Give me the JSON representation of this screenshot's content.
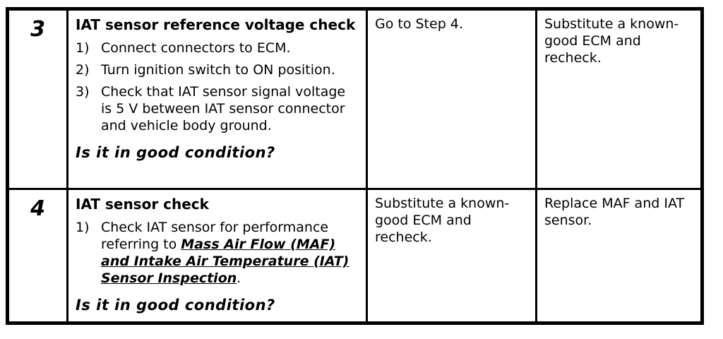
{
  "colors": {
    "border": "#000000",
    "text": "#000000",
    "background": "#ffffff"
  },
  "table": {
    "rows": [
      {
        "step": "3",
        "action": {
          "title": "IAT sensor reference voltage check",
          "steps": [
            {
              "num": "1)",
              "text": "Connect connectors to ECM."
            },
            {
              "num": "2)",
              "text": "Turn ignition switch to ON position."
            },
            {
              "num": "3)",
              "text": "Check that IAT sensor signal voltage is 5 V between IAT sensor connector and vehicle body ground."
            }
          ],
          "question": "Is it in good condition?"
        },
        "yes": "Go to Step 4.",
        "no": "Substitute a known-good ECM and recheck."
      },
      {
        "step": "4",
        "action": {
          "title": "IAT sensor check",
          "steps": [
            {
              "num": "1)",
              "pre": "Check IAT sensor for performance referring to ",
              "link": "Mass Air Flow (MAF) and Intake Air Temperature (IAT) Sensor Inspection",
              "post": "."
            }
          ],
          "question": "Is it in good condition?"
        },
        "yes": "Substitute a known-good ECM and recheck.",
        "no": "Replace MAF and IAT sensor."
      }
    ]
  }
}
